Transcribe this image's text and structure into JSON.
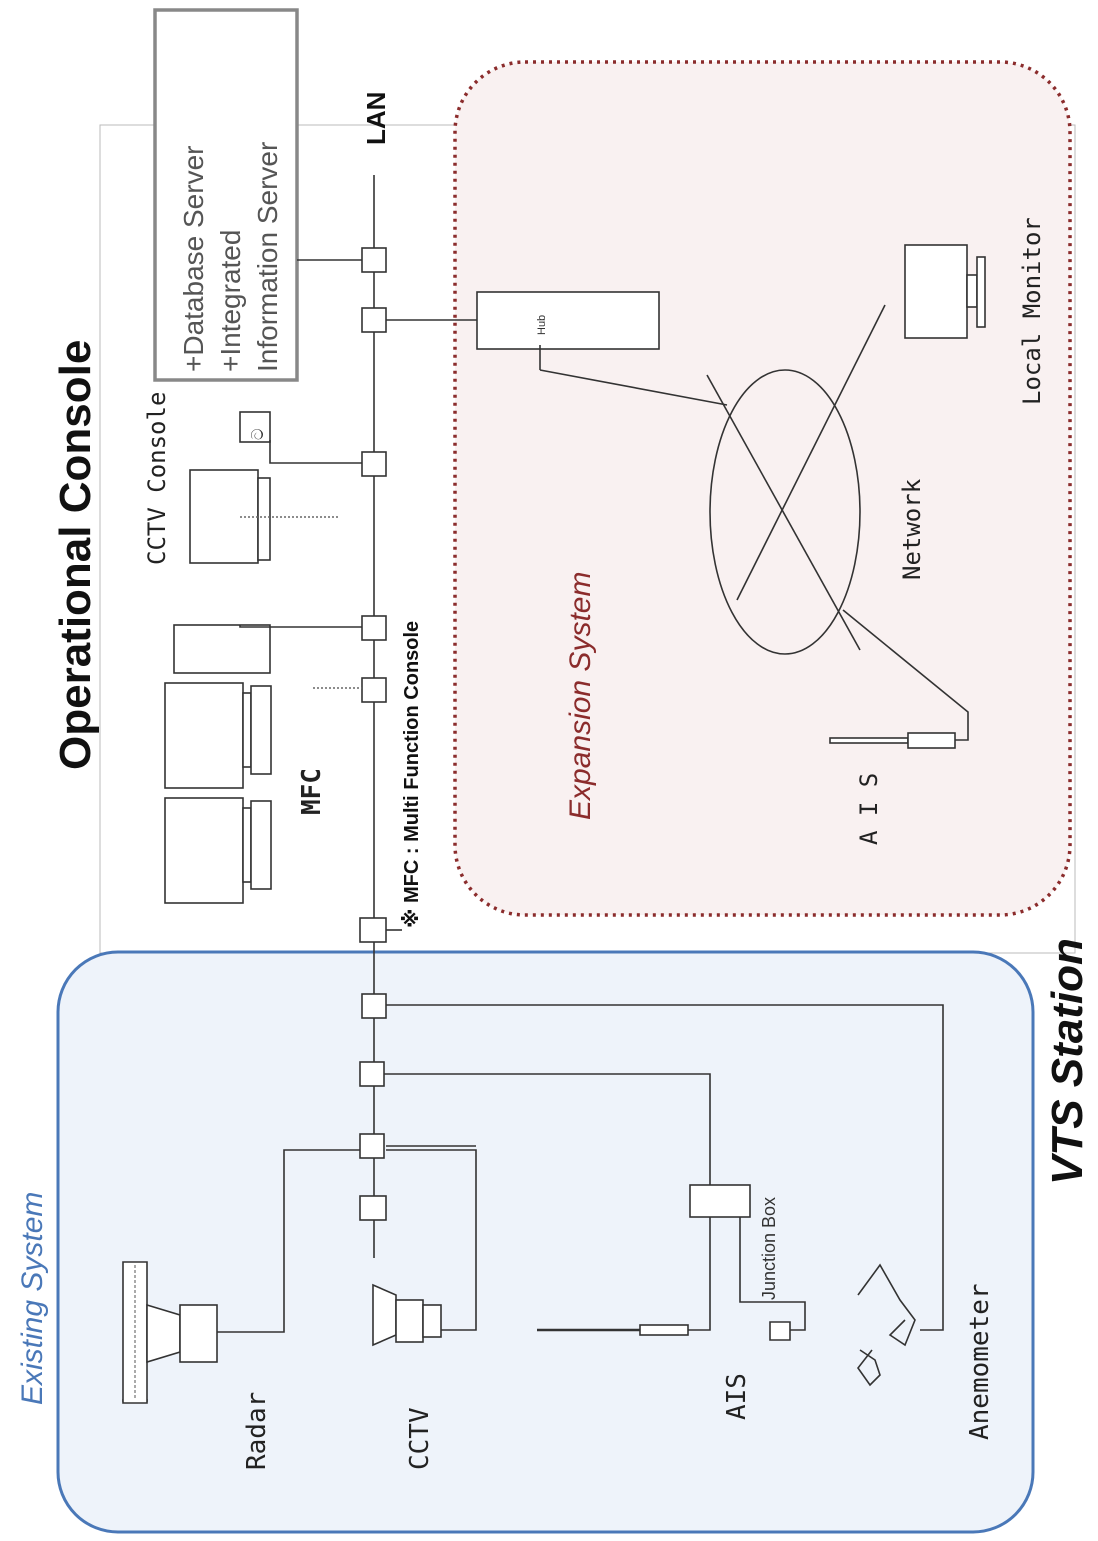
{
  "title": "Operational Console",
  "station_label": "VTS Station",
  "regions": {
    "existing": {
      "label": "Existing System",
      "color": "#4a78b8",
      "fill": "#eef3fa"
    },
    "expansion": {
      "label": "Expansion System",
      "color": "#8b2c2c",
      "fill": "#f9f1f1"
    }
  },
  "network": {
    "lan_label": "LAN",
    "network_label": "Network",
    "hub_label": "Hub"
  },
  "server": {
    "lines": [
      "+Database Server",
      "+Integrated",
      "Information Server"
    ]
  },
  "consoles": {
    "cctv_console": "CCTV Console",
    "mfc": "MFC",
    "mfc_note": "※ MFC : Multi Function Console"
  },
  "existing_devices": {
    "radar": "Radar",
    "cctv": "CCTV",
    "ais": "AIS",
    "anemometer": "Anemometer",
    "junction_box": "Junction Box"
  },
  "expansion_devices": {
    "ais": "A I S",
    "local_monitor": "Local Monitor"
  }
}
